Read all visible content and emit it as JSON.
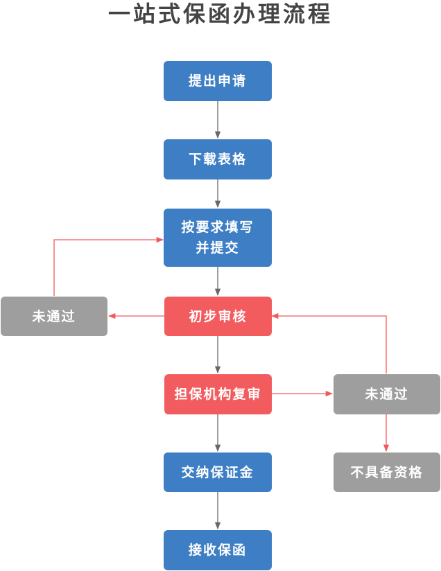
{
  "title": "一站式保函办理流程",
  "colors": {
    "blue": "#3d7ec4",
    "red": "#f25c5f",
    "gray": "#9e9e9e",
    "arrow_gray": "#666666",
    "arrow_red": "#f05a5e"
  },
  "steps": {
    "apply": "提出申请",
    "download": "下载表格",
    "fill_line1": "按要求填写",
    "fill_line2": "并提交",
    "initial_review": "初步审核",
    "guarantor_review": "担保机构复审",
    "deposit": "交纳保证金",
    "receive": "接收保函"
  },
  "branches": {
    "rejected_left": "未通过",
    "rejected_right": "未通过",
    "unqualified": "不具备资格"
  }
}
